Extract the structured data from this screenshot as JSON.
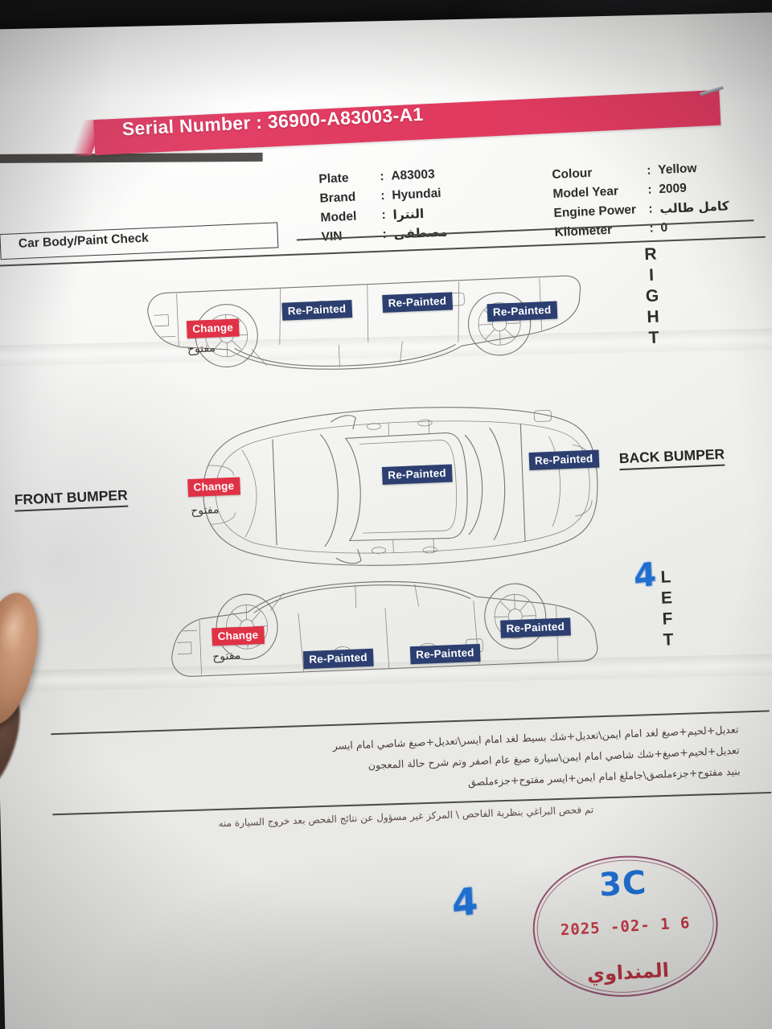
{
  "document": {
    "serial_label": "Serial Number :",
    "serial_number": "36900-A83003-A1",
    "section_title": "Car Body/Paint Check"
  },
  "vehicle": {
    "left_fields": [
      {
        "key": "Plate",
        "sep": ":",
        "value": "A83003"
      },
      {
        "key": "Brand",
        "sep": ":",
        "value": "Hyundai"
      },
      {
        "key": "Model",
        "sep": ":",
        "value": "النترا"
      },
      {
        "key": "VIN",
        "sep": ":",
        "value": "مصطفى"
      }
    ],
    "right_fields": [
      {
        "key": "Colour",
        "sep": ":",
        "value": "Yellow"
      },
      {
        "key": "Model Year",
        "sep": ":",
        "value": "2009"
      },
      {
        "key": "Engine Power",
        "sep": ":",
        "value": "كامل طالب"
      },
      {
        "key": "Kilometer",
        "sep": ":",
        "value": "0"
      }
    ]
  },
  "views": {
    "right_label": "RIGHT",
    "left_label": "LEFT",
    "front_bumper_label": "FRONT BUMPER",
    "back_bumper_label": "BACK BUMPER"
  },
  "badges": {
    "repainted": "Re-Painted",
    "change": "Change",
    "handwritten_open": "مفتوح",
    "colors": {
      "repainted_bg": "#2c3f70",
      "change_bg": "#e03246",
      "banner_bg": "#e03a5f",
      "stamp_blue": "#1f6fd0",
      "stamp_red": "#b3333f"
    }
  },
  "marks": {
    "handwritten_number": "4"
  },
  "notes": {
    "lines": [
      "تعديل+لحيم+صبغ لغد امام ايمن\\تعديل+شك بسيط لغد امام ايسر\\تعديل+صبغ شاصي امام ايسر",
      "تعديل+لحيم+صبغ+شك شاصي امام ايمن\\سيارة صبغ عام اصفر وتم شرح حالة المعجون",
      "بنيد مفتوح+جزءملصق\\جاملغ امام ايمن+ايسر مفتوح+جزءملصق"
    ],
    "disclaimer": "تم فحص البراغي بنظرية الفاحص \\ المركز غير مسؤول عن نتائج الفحص بعد خروج السيارة منه"
  },
  "stamp": {
    "code": "3C",
    "date": "2025 -02- 1 6",
    "name": "المنداوي"
  }
}
